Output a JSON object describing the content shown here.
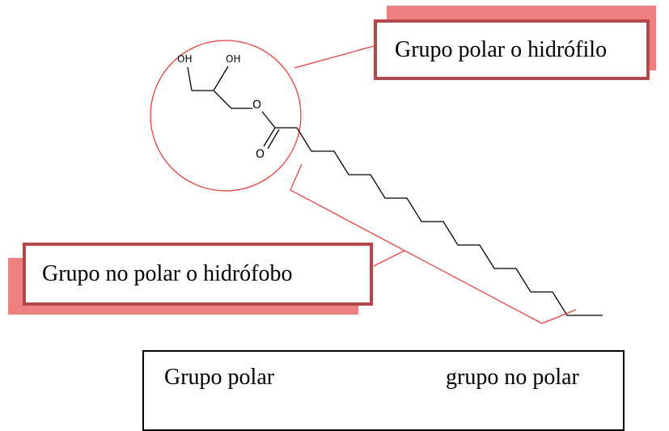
{
  "molecule": {
    "labels": {
      "oh1": "OH",
      "oh2": "OH",
      "ester_o": "O",
      "carbonyl_o": "O"
    },
    "highlight_color": "#e8403f",
    "bond_color": "#000000"
  },
  "callouts": {
    "polar": {
      "label": "Grupo polar o hidrófilo",
      "border_color": "#b5464a",
      "shadow_color": "#f08080"
    },
    "nonpolar": {
      "label": "Grupo no polar o hidrófobo",
      "border_color": "#b5464a",
      "shadow_color": "#f08080"
    }
  },
  "legend": {
    "left_label": "Grupo polar",
    "right_label": "grupo no polar"
  }
}
